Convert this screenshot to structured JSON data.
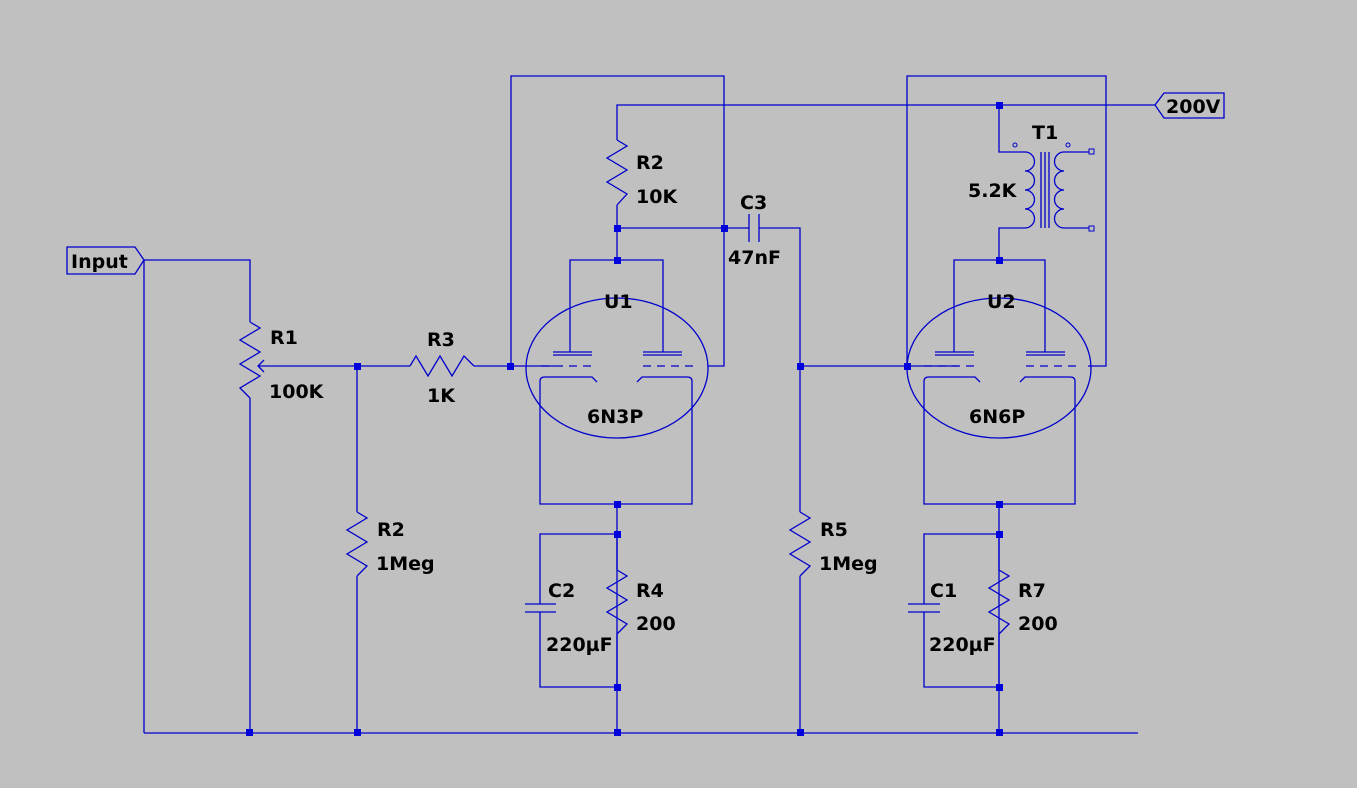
{
  "components": {
    "r1": {
      "ref": "R1",
      "value": "100K"
    },
    "r2a": {
      "ref": "R2",
      "value": "10K"
    },
    "r2b": {
      "ref": "R2",
      "value": "1Meg"
    },
    "r3": {
      "ref": "R3",
      "value": "1K"
    },
    "r4": {
      "ref": "R4",
      "value": "200"
    },
    "r5": {
      "ref": "R5",
      "value": "1Meg"
    },
    "r7": {
      "ref": "R7",
      "value": "200"
    },
    "c1": {
      "ref": "C1",
      "value": "220µF"
    },
    "c2": {
      "ref": "C2",
      "value": "220µF"
    },
    "c3": {
      "ref": "C3",
      "value": "47nF"
    },
    "u1": {
      "ref": "U1",
      "value": "6N3P"
    },
    "u2": {
      "ref": "U2",
      "value": "6N6P"
    },
    "t1": {
      "ref": "T1",
      "value": "5.2K"
    }
  },
  "flags": {
    "input": "Input",
    "supply": "200V"
  },
  "colors": {
    "background": "#c0c0c0",
    "wire": "#0000cc",
    "junction": "#0000dd",
    "text": "#000000"
  }
}
